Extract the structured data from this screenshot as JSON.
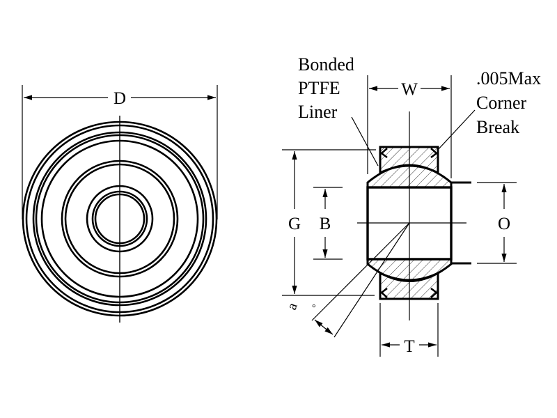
{
  "front_view": {
    "dimension_label": "D"
  },
  "section_view": {
    "dimensions": {
      "width": "W",
      "outer": "G",
      "bore": "B",
      "ball": "O",
      "thickness": "T",
      "angle": "a",
      "degree": "°"
    },
    "callouts": {
      "liner": [
        "Bonded",
        "PTFE",
        "Liner"
      ],
      "corner": [
        ".005Max",
        "Corner",
        "Break"
      ]
    }
  }
}
